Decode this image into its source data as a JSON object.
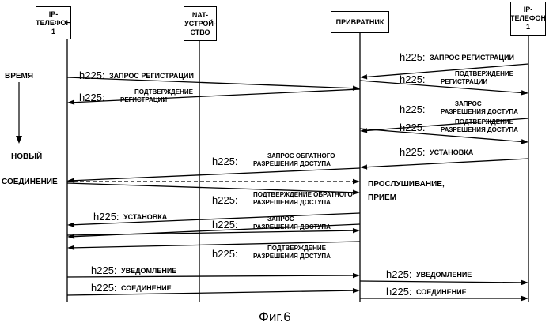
{
  "entities": [
    {
      "id": "ip1",
      "label": "IP-\nТЕЛЕФОН\n1"
    },
    {
      "id": "nat",
      "label": "NAT-\nУСТРОЙ-\nСТВО"
    },
    {
      "id": "gk",
      "label": "ПРИВРАТНИК"
    },
    {
      "id": "ip2",
      "label": "IP-\nТЕЛЕФОН\n1"
    }
  ],
  "side_labels": {
    "time": "ВРЕМЯ",
    "new": "НОВЫЙ",
    "connection": "СОЕДИНЕНИЕ",
    "listen": "ПРОСЛУШИВАНИЕ,\nПРИЕМ"
  },
  "messages": [
    {
      "from": "ip2",
      "to": "gk",
      "prefix": "h225:",
      "text": "ЗАПРОС РЕГИСТРАЦИИ"
    },
    {
      "from": "ip1",
      "to": "gk",
      "prefix": "h225:",
      "text": "ЗАПРОС РЕГИСТРАЦИИ"
    },
    {
      "from": "gk",
      "to": "ip2",
      "prefix": "h225:",
      "text": "ПОДТВЕРЖДЕНИЕ\nРЕГИСТРАЦИИ"
    },
    {
      "from": "gk",
      "to": "ip1",
      "prefix": "h225:",
      "text": "ПОДТВЕРЖДЕНИЕ\nРЕГИСТРАЦИИ"
    },
    {
      "from": "ip2",
      "to": "gk",
      "prefix": "h225:",
      "text": "ЗАПРОС\nРАЗРЕШЕНИЯ ДОСТУПА"
    },
    {
      "from": "gk",
      "to": "ip2",
      "prefix": "h225:",
      "text": "ПОДТВЕРЖДЕНИЕ\nРАЗРЕШЕНИЯ ДОСТУПА"
    },
    {
      "from": "ip2",
      "to": "gk",
      "prefix": "h225:",
      "text": "УСТАНОВКА"
    },
    {
      "from": "gk",
      "to": "ip1",
      "prefix": "h225:",
      "text": "ЗАПРОС ОБРАТНОГО\nРАЗРЕШЕНИЯ ДОСТУПА"
    },
    {
      "from": "ip1",
      "to": "gk",
      "prefix": "",
      "text": "",
      "dashed": true
    },
    {
      "from": "ip1",
      "to": "gk",
      "prefix": "",
      "text": ""
    },
    {
      "from": "gk",
      "to": "ip1",
      "prefix": "h225:",
      "text": "ПОДТВЕРЖДЕНИЕ ОБРАТНОГО\nРАЗРЕШЕНИЯ ДОСТУПА"
    },
    {
      "from": "gk",
      "to": "ip1",
      "prefix": "h225:",
      "text": "УСТАНОВКА"
    },
    {
      "from": "ip1",
      "to": "gk",
      "prefix": "h225:",
      "text": "ЗАПРОС\nРАЗРЕШЕНИЯ ДОСТУПА"
    },
    {
      "from": "gk",
      "to": "ip1",
      "prefix": "h225:",
      "text": "ПОДТВЕРЖДЕНИЕ\nРАЗРЕШЕНИЯ ДОСТУПА"
    },
    {
      "from": "ip1",
      "to": "gk",
      "prefix": "h225:",
      "text": "УВЕДОМЛЕНИЕ"
    },
    {
      "from": "gk",
      "to": "ip2",
      "prefix": "h225:",
      "text": "УВЕДОМЛЕНИЕ"
    },
    {
      "from": "ip1",
      "to": "gk",
      "prefix": "h225:",
      "text": "СОЕДИНЕНИЕ"
    },
    {
      "from": "gk",
      "to": "ip2",
      "prefix": "h225:",
      "text": "СОЕДИНЕНИЕ"
    }
  ],
  "caption": "Фиг.6"
}
